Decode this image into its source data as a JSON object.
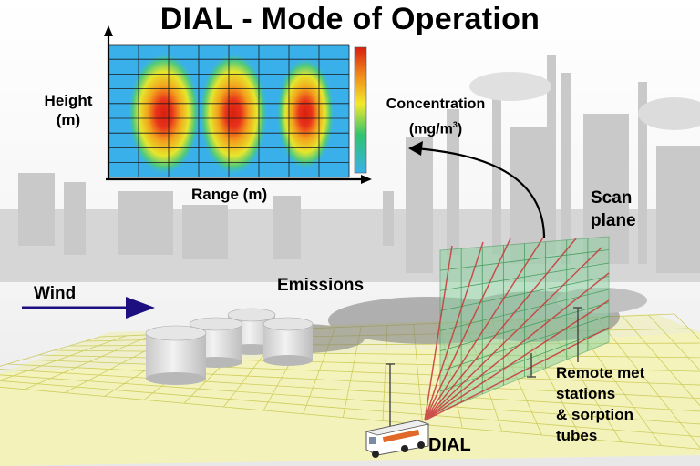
{
  "title": "DIAL - Mode of Operation",
  "heatmap": {
    "ylabel_line1": "Height",
    "ylabel_line2": "(m)",
    "xlabel": "Range (m)",
    "colorbar_line1": "Concentration",
    "colorbar_unit_prefix": "(mg/m",
    "colorbar_unit_exp": "3",
    "colorbar_unit_suffix": ")"
  },
  "labels": {
    "wind": "Wind",
    "emissions": "Emissions",
    "scan_plane_line1": "Scan",
    "scan_plane_line2": "plane",
    "remote": "Remote met\nstations\n& sorption\ntubes",
    "dial": "DIAL"
  },
  "colors": {
    "heat_low": "#3ab0ea",
    "heat_mid": "#2fc470",
    "heat_high": "#e12a12",
    "wind_arrow": "#1e0f80",
    "ground_grid": "#f3f2b8",
    "scan_plane": "#8fd0a0",
    "laser_beams": "#c84040"
  }
}
